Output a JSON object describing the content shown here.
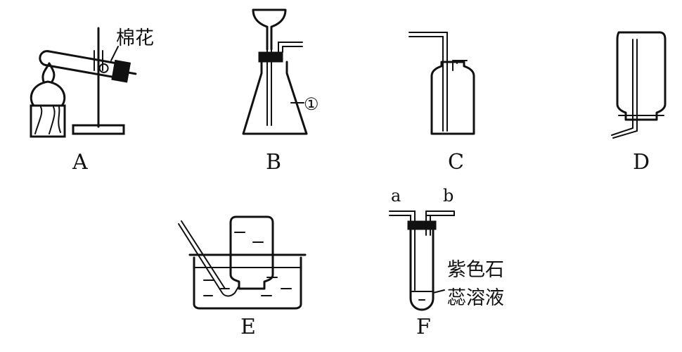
{
  "labels": {
    "A": "A",
    "B": "B",
    "C": "C",
    "D": "D",
    "E": "E",
    "F": "F"
  },
  "annotations": {
    "cotton": "棉花",
    "part1": "①",
    "port_a": "a",
    "port_b": "b",
    "litmus_line1": "紫色石",
    "litmus_line2": "蕊溶液"
  }
}
